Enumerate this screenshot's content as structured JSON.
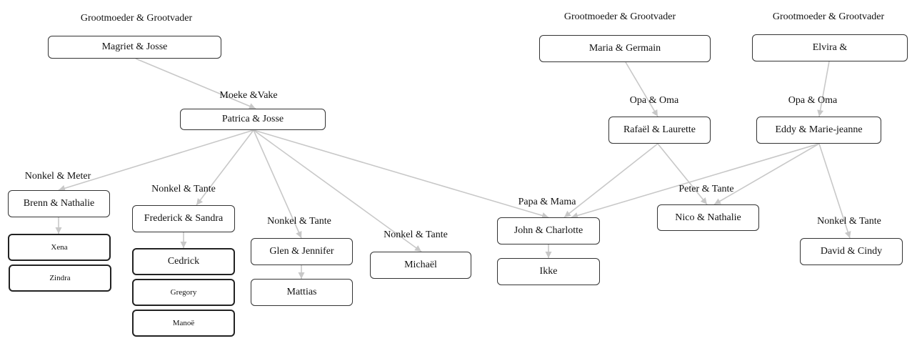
{
  "labels": {
    "grand1": "Grootmoeder & Grootvader",
    "grand2": "Grootmoeder & Grootvader",
    "grand3": "Grootmoeder & Grootvader",
    "parents": "Moeke &Vake",
    "opa1": "Opa & Oma",
    "opa2": "Opa & Oma",
    "nonkel_meter": "Nonkel  & Meter",
    "nonkel_tante1": "Nonkel  & Tante",
    "nonkel_tante2": "Nonkel  & Tante",
    "nonkel_tante3": "Nonkel  & Tante",
    "papa_mama": "Papa & Mama",
    "peter_tante": "Peter & Tante",
    "nonkel_tante4": "Nonkel  & Tante"
  },
  "nodes": {
    "magriet": "Magriet & Josse",
    "maria": "Maria & Germain",
    "elvira": "Elvira &",
    "patrica": "Patrica & Josse",
    "rafael": "Rafaël & Laurette",
    "eddy": "Eddy & Marie-jeanne",
    "brenn": "Brenn & Nathalie",
    "xena": "Xena",
    "zindra": "Zindra",
    "frederick": "Frederick & Sandra",
    "cedrick": "Cedrick",
    "gregory": "Gregory",
    "manoe": "Manoë",
    "glen": "Glen & Jennifer",
    "mattias": "Mattias",
    "michael": "Michaël",
    "john": "John & Charlotte",
    "ikke": "Ikke",
    "nico": "Nico & Nathalie",
    "david": "David & Cindy"
  }
}
